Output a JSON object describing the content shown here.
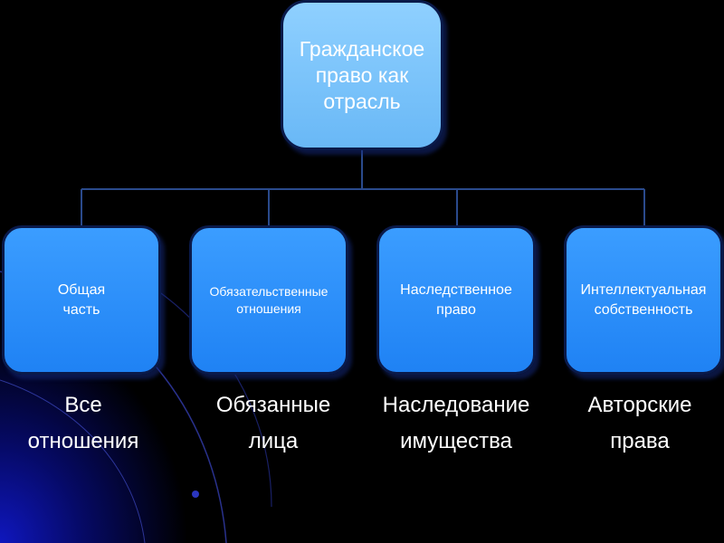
{
  "root": {
    "lines": [
      "Гражданское",
      "право как",
      "отрасль"
    ]
  },
  "children": [
    {
      "lines": [
        "Общая",
        "часть"
      ]
    },
    {
      "lines": [
        "Обязательственные",
        "отношения"
      ]
    },
    {
      "lines": [
        "Наследственное",
        "право"
      ]
    },
    {
      "lines": [
        "Интеллектуальная",
        "собственность"
      ]
    }
  ],
  "captions": [
    {
      "lines": [
        "Все",
        "отношения"
      ]
    },
    {
      "lines": [
        "Обязанные",
        "лица"
      ]
    },
    {
      "lines": [
        "Наследование",
        "имущества"
      ]
    },
    {
      "lines": [
        "Авторские",
        "права"
      ]
    }
  ],
  "colors": {
    "background": "#000000",
    "node_fill": "#1f82f4",
    "root_fill": "#6fbaf7",
    "connector": "#2a4a8c",
    "text": "#ffffff"
  }
}
